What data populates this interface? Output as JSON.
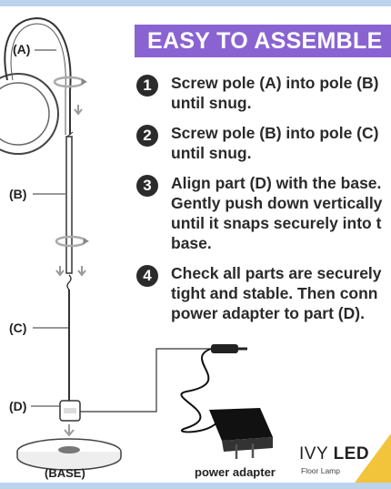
{
  "banner": {
    "title": "EASY TO ASSEMBLE"
  },
  "steps": [
    {
      "num": "1",
      "text": "Screw pole (A) into pole (B)\nuntil snug."
    },
    {
      "num": "2",
      "text": "Screw pole (B) into pole (C)\nuntil snug."
    },
    {
      "num": "3",
      "text": "Align part (D) with the base.\nGently push down vertically\nuntil it snaps securely into t\nbase."
    },
    {
      "num": "4",
      "text": "Check all parts are securely\ntight and stable. Then conn\npower adapter to part (D)."
    }
  ],
  "labels": {
    "a": "(A)",
    "b": "(B)",
    "c": "(C)",
    "d": "(D)",
    "base": "(BASE)"
  },
  "adapter_caption": "power adapter",
  "brand": {
    "name_light": "IVY ",
    "name_bold": "LED",
    "subtitle": "Floor Lamp"
  },
  "colors": {
    "banner": "#8a63d2",
    "frame": "#bcd3ee",
    "corner": "#f2c43c",
    "number_bg": "#2b2b2b"
  }
}
